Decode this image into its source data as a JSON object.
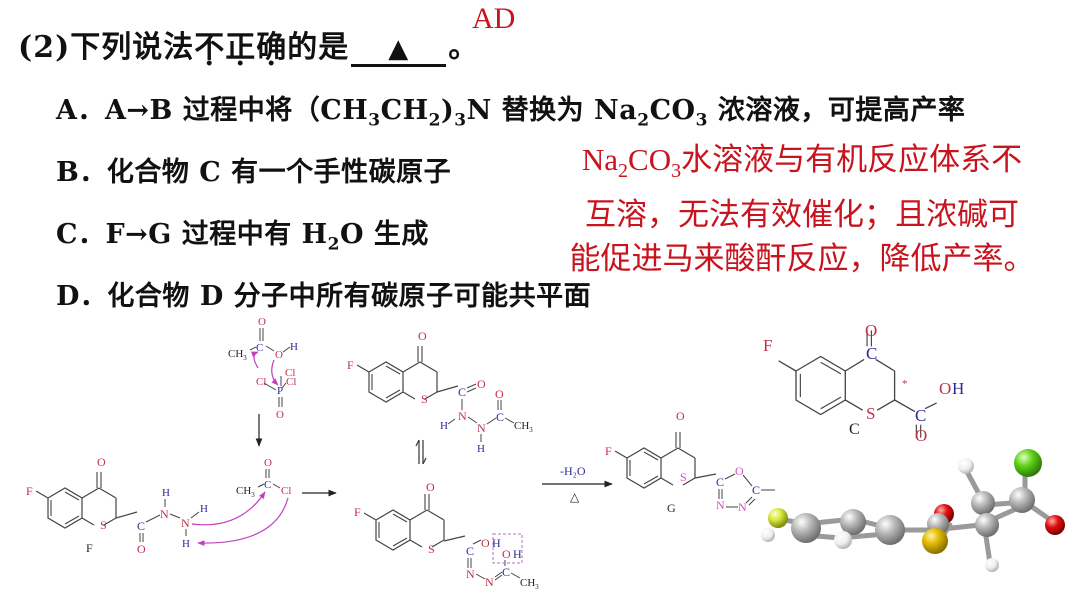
{
  "question": {
    "prefix": "(2)下列说法",
    "emphasized": [
      "不",
      "正",
      "确"
    ],
    "suffix_before_blank": "的是",
    "blank_symbol": "▲",
    "end_mark": "。",
    "answer": "AD"
  },
  "options": [
    {
      "letter": "A．",
      "parts": [
        "A→B 过程中将（CH",
        "3",
        "CH",
        "2",
        ")",
        "3",
        "N 替换为 Na",
        "2",
        "CO",
        "3",
        " 浓溶液，可提高产率"
      ]
    },
    {
      "letter": "B．",
      "text": "化合物 C 有一个手性碳原子"
    },
    {
      "letter": "C．",
      "parts": [
        "F→G 过程中有 H",
        "2",
        "O 生成"
      ]
    },
    {
      "letter": "D．",
      "text": "化合物 D 分子中所有碳原子可能共平面"
    }
  ],
  "explanation": {
    "line1_prefix": "Na",
    "line1_sub1": "2",
    "line1_mid": "CO",
    "line1_sub2": "3",
    "line1_suffix": "水溶液与有机反应体系不",
    "line2": "互溶，无法有效催化；且浓碱可",
    "line3": "能促进马来酸酐反应，降低产率。",
    "color": "#c8141e"
  },
  "scheme": {
    "labels": {
      "F": "F",
      "G": "G",
      "C": "C",
      "condition_top": "-H₂O",
      "condition_bottom": "△",
      "chiral_mark": "*"
    },
    "atoms": {
      "F": "F",
      "O": "O",
      "S": "S",
      "N": "N",
      "H": "H",
      "C": "C",
      "Cl": "Cl",
      "P": "P",
      "OH": "OH",
      "CH3": "CH",
      "sub3": "3"
    },
    "colors": {
      "hetero_red": "#c0304a",
      "carbon_blue": "#2a2a9a",
      "arrow_magenta": "#c040c0",
      "bond": "#444444",
      "oxadiazole_pink": "#d050c0"
    }
  },
  "model3d": {
    "colors": {
      "carbon": "#a9a9a9",
      "hydrogen": "#f2f2f2",
      "sulfur": "#d8b400",
      "oxygen": "#e01010",
      "chlorine": "#5ed21a",
      "fluorine": "#d8e83a"
    }
  }
}
